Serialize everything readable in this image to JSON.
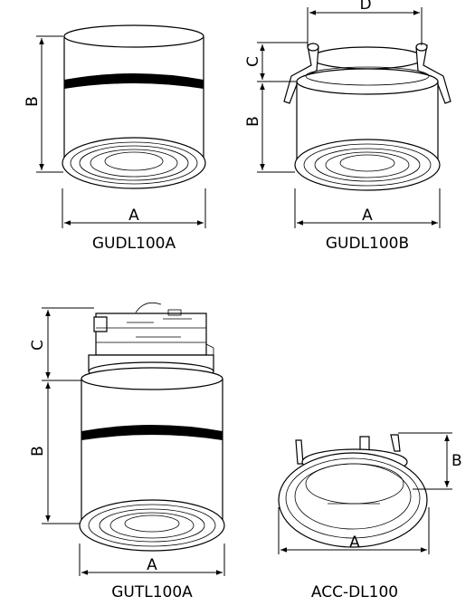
{
  "products": [
    {
      "model": "GUDL100A",
      "dims": {
        "width": "A",
        "height": "B"
      }
    },
    {
      "model": "GUDL100B",
      "dims": {
        "width": "A",
        "height": "B",
        "clip": "C",
        "cutout": "D"
      }
    },
    {
      "model": "GUTL100A",
      "dims": {
        "width": "A",
        "height": "B",
        "adapter": "C"
      }
    },
    {
      "model": "ACC-DL100",
      "dims": {
        "width": "A",
        "height": "B"
      }
    }
  ],
  "colors": {
    "line": "#000000",
    "background": "#ffffff"
  }
}
